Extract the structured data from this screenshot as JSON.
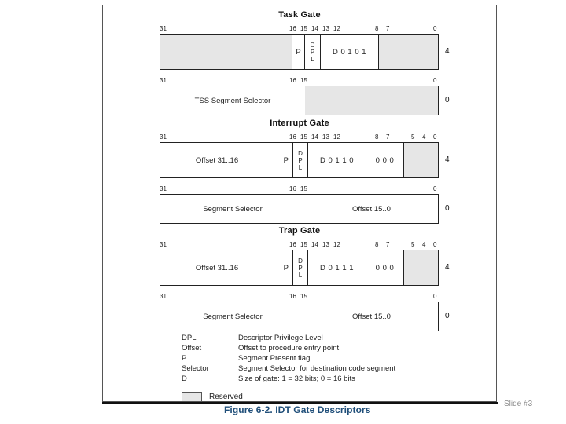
{
  "figure": {
    "caption": "Figure 6-2. IDT Gate Descriptors",
    "slide_number": "Slide #3",
    "caption_color": "#1f4e79",
    "reserved_color": "#e6e6e6"
  },
  "gates": [
    {
      "title": "Task Gate",
      "upper": {
        "offset_label": "4",
        "scale": [
          "31",
          "16",
          "15",
          "14",
          "13",
          "12",
          "8",
          "7",
          "0"
        ],
        "cells": [
          {
            "kind": "reserved",
            "label": ""
          },
          {
            "kind": "field",
            "label": "P"
          },
          {
            "kind": "dpl",
            "label": "DPL"
          },
          {
            "kind": "bits",
            "label": "D 0 1 0 1"
          },
          {
            "kind": "reserved",
            "label": ""
          }
        ]
      },
      "lower": {
        "offset_label": "0",
        "scale": [
          "31",
          "16",
          "15",
          "0"
        ],
        "cells": [
          {
            "kind": "field",
            "label": "TSS Segment Selector"
          },
          {
            "kind": "reserved",
            "label": ""
          }
        ]
      }
    },
    {
      "title": "Interrupt Gate",
      "upper": {
        "offset_label": "4",
        "scale": [
          "31",
          "16",
          "15",
          "14",
          "13",
          "12",
          "8",
          "7",
          "5",
          "4",
          "0"
        ],
        "cells": [
          {
            "kind": "field",
            "label": "Offset 31..16"
          },
          {
            "kind": "field",
            "label": "P"
          },
          {
            "kind": "dpl",
            "label": "DPL"
          },
          {
            "kind": "bits",
            "label": "D 0 1 1 0"
          },
          {
            "kind": "bits",
            "label": "0 0 0"
          },
          {
            "kind": "reserved",
            "label": ""
          }
        ]
      },
      "lower": {
        "offset_label": "0",
        "scale": [
          "31",
          "16",
          "15",
          "0"
        ],
        "cells": [
          {
            "kind": "field",
            "label": "Segment Selector"
          },
          {
            "kind": "field",
            "label": "Offset 15..0"
          }
        ]
      }
    },
    {
      "title": "Trap Gate",
      "upper": {
        "offset_label": "4",
        "scale": [
          "31",
          "16",
          "15",
          "14",
          "13",
          "12",
          "8",
          "7",
          "5",
          "4",
          "0"
        ],
        "cells": [
          {
            "kind": "field",
            "label": "Offset 31..16"
          },
          {
            "kind": "field",
            "label": "P"
          },
          {
            "kind": "dpl",
            "label": "DPL"
          },
          {
            "kind": "bits",
            "label": "D 0 1 1 1"
          },
          {
            "kind": "bits",
            "label": "0 0 0"
          },
          {
            "kind": "reserved",
            "label": ""
          }
        ]
      },
      "lower": {
        "offset_label": "0",
        "scale": [
          "31",
          "16",
          "15",
          "0"
        ],
        "cells": [
          {
            "kind": "field",
            "label": "Segment Selector"
          },
          {
            "kind": "field",
            "label": "Offset 15..0"
          }
        ]
      }
    }
  ],
  "legend": {
    "entries": [
      {
        "term": "DPL",
        "description": "Descriptor Privilege Level"
      },
      {
        "term": "Offset",
        "description": "Offset to procedure entry point"
      },
      {
        "term": "P",
        "description": "Segment Present flag"
      },
      {
        "term": "Selector",
        "description": "Segment Selector for destination code segment"
      },
      {
        "term": "D",
        "description": "Size of gate: 1 = 32 bits; 0 = 16 bits"
      }
    ],
    "reserved_label": "Reserved"
  },
  "dpl_letters": [
    "D",
    "P",
    "L"
  ]
}
